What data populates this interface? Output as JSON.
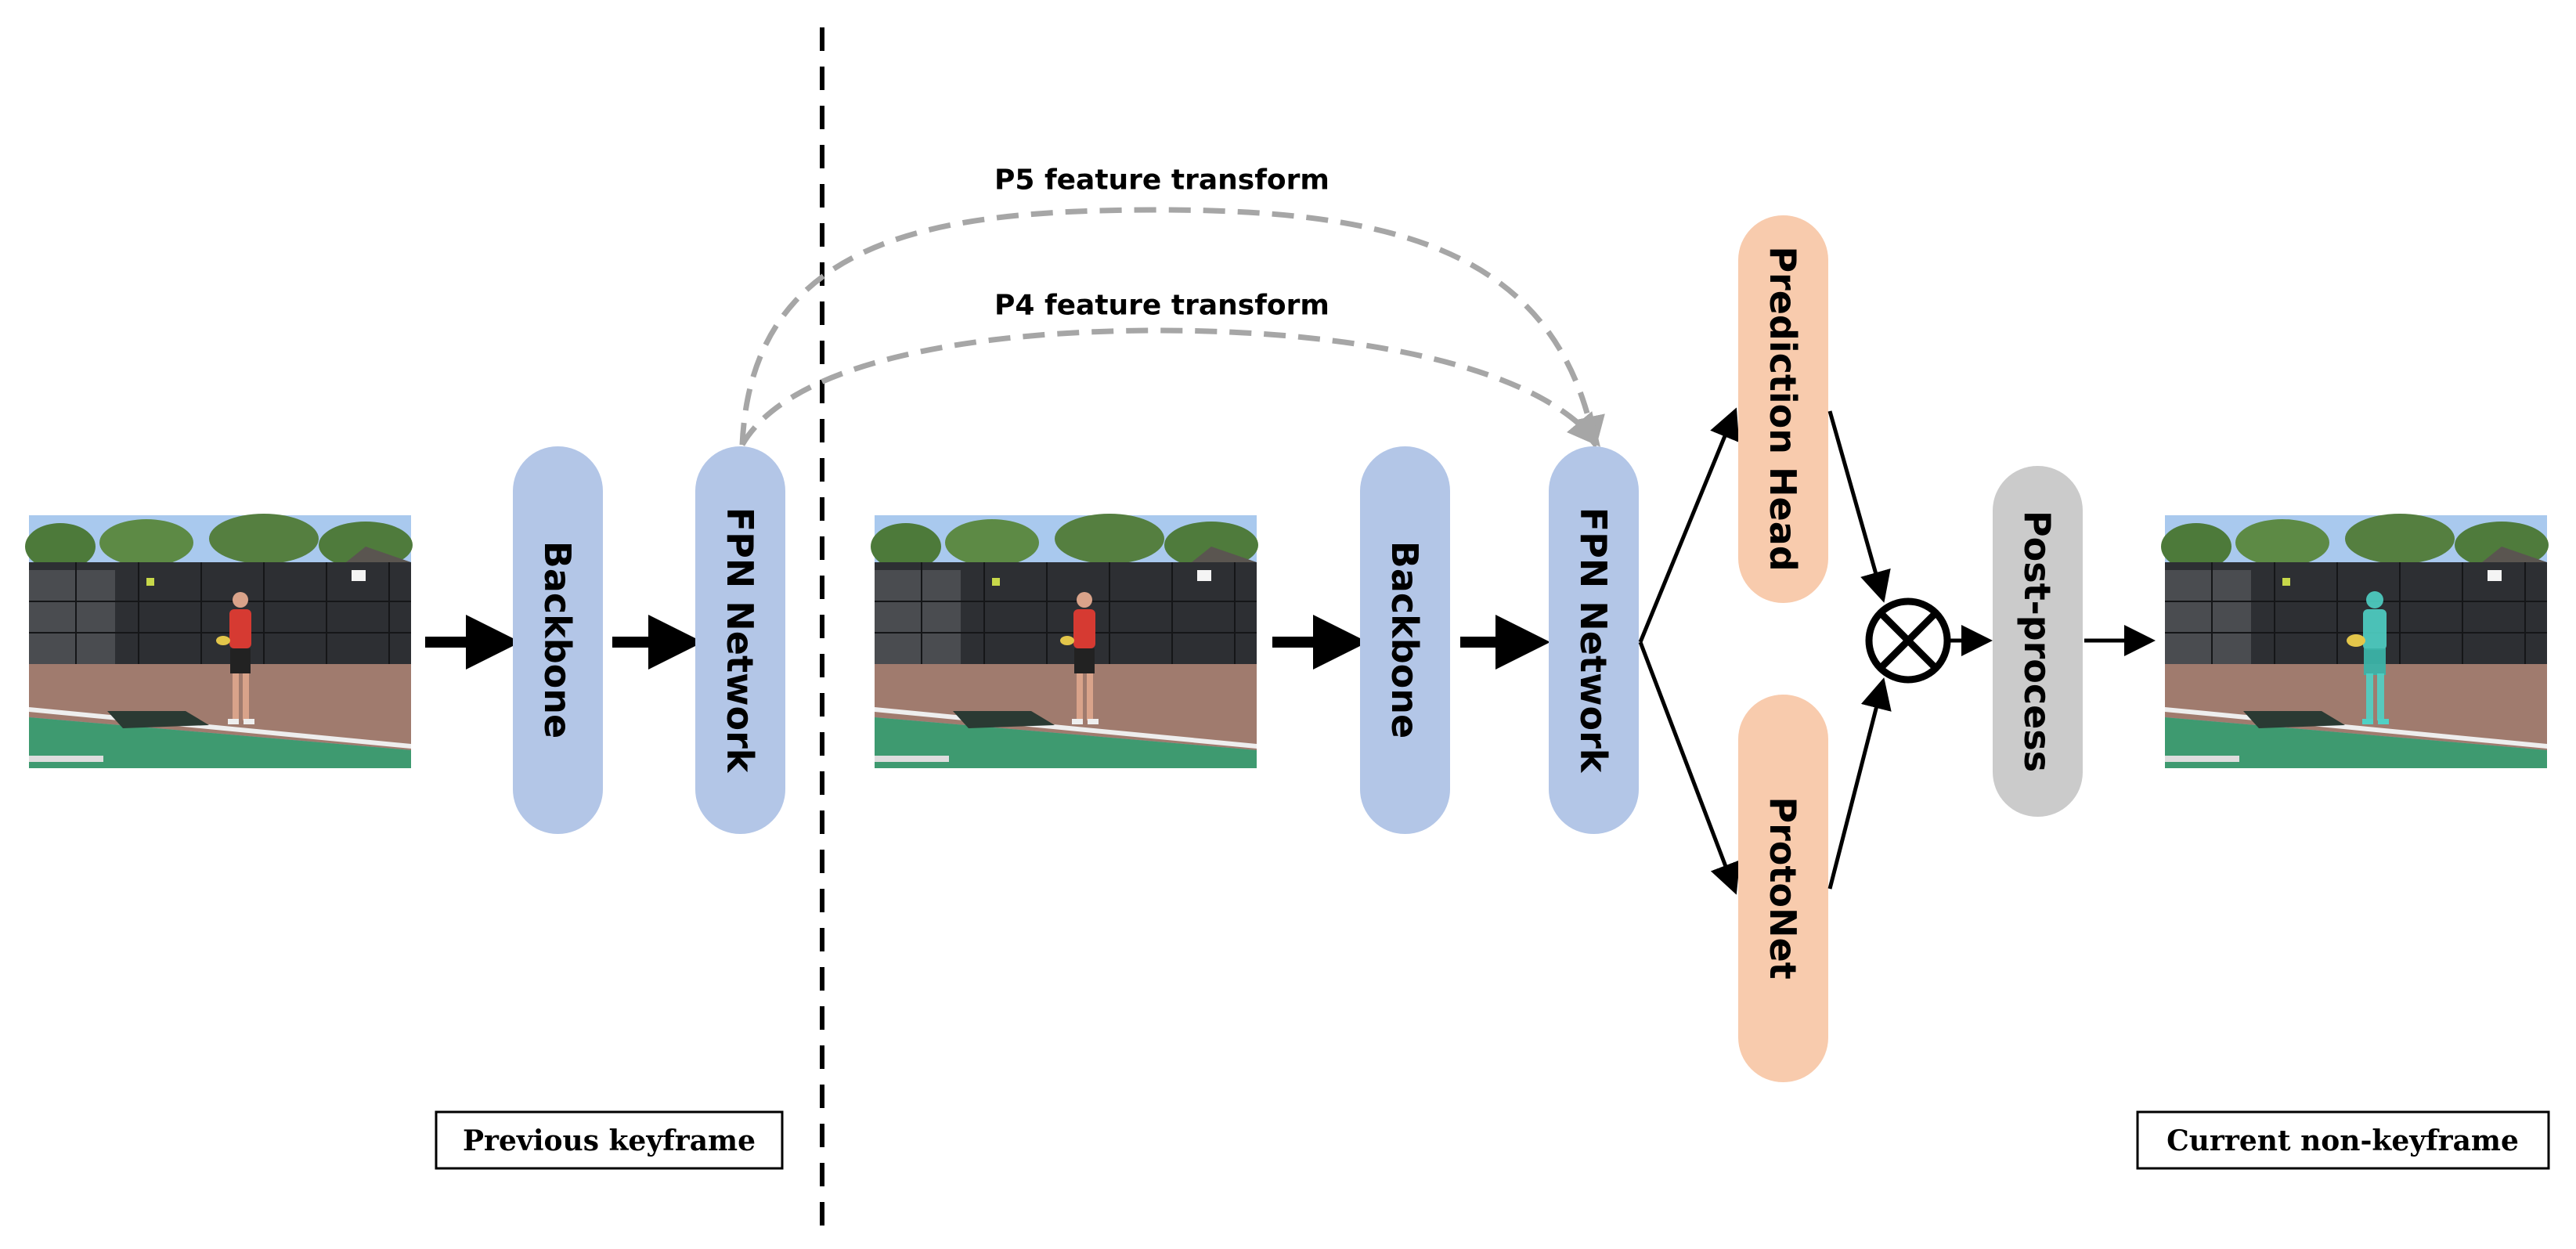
{
  "colors": {
    "blue_block": "#b3c6e7",
    "orange_block": "#f8cbad",
    "gray_block": "#cbcbcb",
    "dashed_arrow": "#a6a6a6",
    "frame_mask": "#4fd1c5"
  },
  "keyframe": {
    "backbone": "Backbone",
    "fpn": "FPN Network",
    "caption": "Previous keyframe"
  },
  "nonkeyframe": {
    "backbone": "Backbone",
    "fpn": "FPN Network",
    "prediction_head": "Prediction Head",
    "protonet": "ProtoNet",
    "post_process": "Post-process",
    "caption": "Current non-keyframe"
  },
  "transforms": {
    "p5": "P5 feature transform",
    "p4": "P4 feature transform"
  },
  "icons": {
    "combine": "circled-times-icon"
  }
}
